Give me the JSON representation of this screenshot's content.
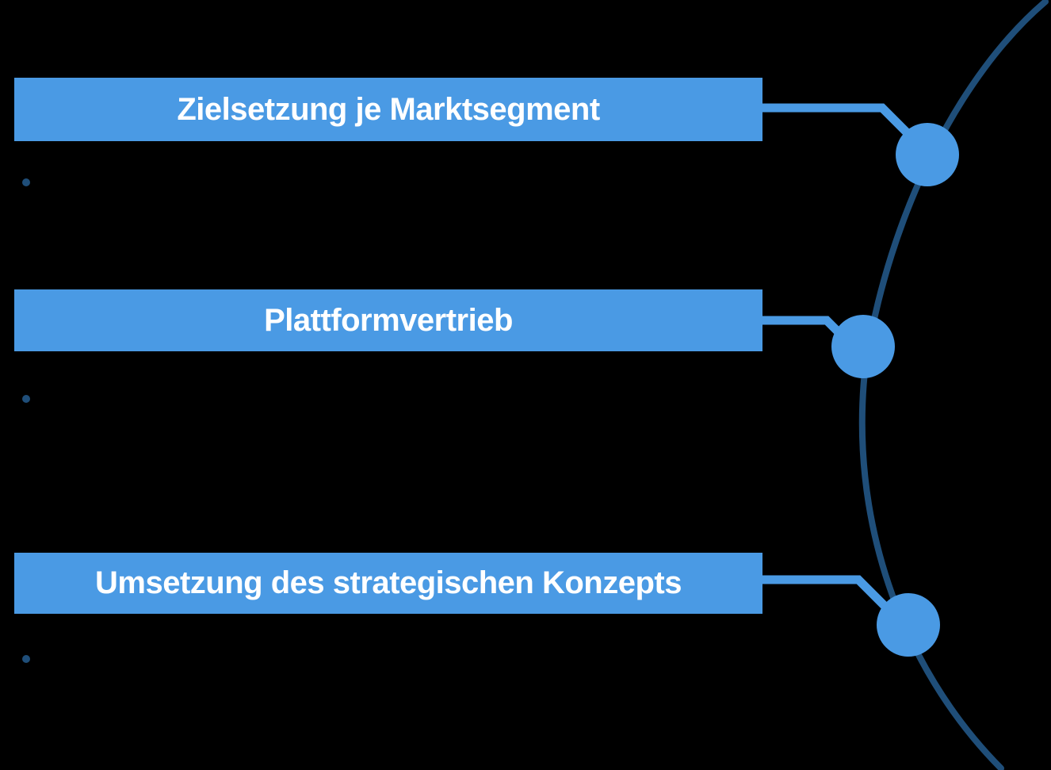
{
  "diagram": {
    "sections": [
      {
        "label": "Zielsetzung je Marktsegment"
      },
      {
        "label": "Plattformvertrieb"
      },
      {
        "label": "Umsetzung des strategischen Konzepts"
      }
    ]
  },
  "colors": {
    "background": "#000000",
    "accent_blue": "#4A9AE4",
    "navy": "#1F4E79",
    "text": "#FFFFFF"
  }
}
